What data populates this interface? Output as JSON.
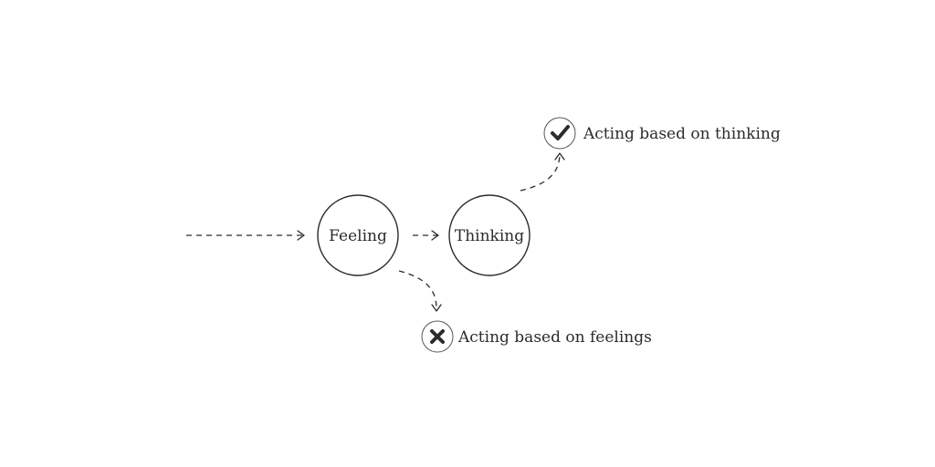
{
  "diagram": {
    "nodes": {
      "feeling": "Feeling",
      "thinking": "Thinking"
    },
    "outcomes": {
      "positive": {
        "label": "Acting based on thinking",
        "icon": "check-icon"
      },
      "negative": {
        "label": "Acting based on feelings",
        "icon": "cross-icon"
      }
    },
    "colors": {
      "stroke": "#2b2b2b",
      "background": "#ffffff"
    }
  }
}
